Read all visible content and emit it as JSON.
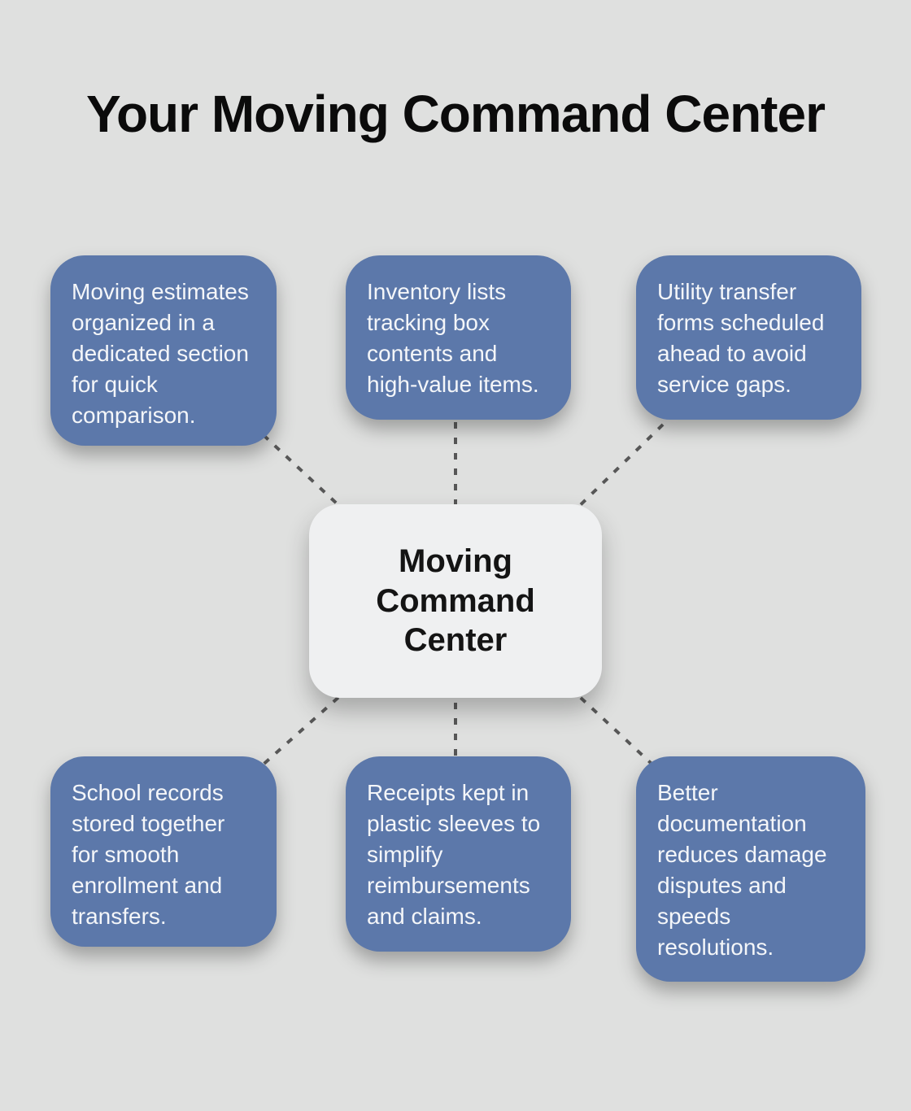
{
  "page": {
    "title": "Your Moving Command Center"
  },
  "center_node": {
    "label": "Moving Command Center"
  },
  "nodes": [
    {
      "position": "top-left",
      "text": "Moving estimates organized in a dedicated section for quick comparison."
    },
    {
      "position": "top-middle",
      "text": "Inventory lists tracking box contents and high-value items."
    },
    {
      "position": "top-right",
      "text": "Utility transfer forms scheduled ahead to avoid service gaps."
    },
    {
      "position": "bottom-left",
      "text": "School records stored together for smooth enrollment and transfers."
    },
    {
      "position": "bottom-middle",
      "text": "Receipts kept in plastic sleeves to simplify reimbursements and claims."
    },
    {
      "position": "bottom-right",
      "text": "Better documentation reduces damage disputes and speeds resolutions."
    }
  ],
  "colors": {
    "background": "#dfe0df",
    "node_fill": "#5c78aa",
    "node_text": "#f4f6f9",
    "center_fill": "#eff0f1",
    "center_text": "#141414",
    "title_text": "#0b0b0b",
    "connector": "#575757"
  }
}
